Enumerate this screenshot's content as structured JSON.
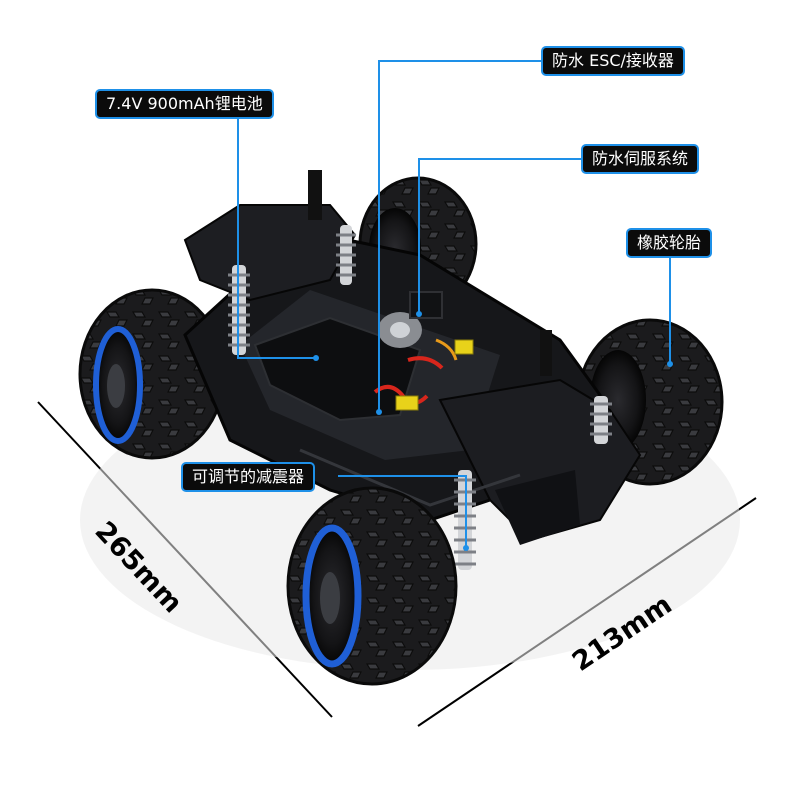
{
  "callouts": {
    "battery": "7.4V 900mAh锂电池",
    "esc": "防水 ESC/接收器",
    "servo": "防水伺服系统",
    "tires": "橡胶轮胎",
    "shocks": "可调节的减震器"
  },
  "dimensions": {
    "length": "265mm",
    "width": "213mm"
  },
  "colors": {
    "callout_border": "#1e90e8",
    "leader_line": "#1e90e8",
    "callout_bg": "#0b0b0b",
    "wheel_rim": "#1f5fd6",
    "electronics_red": "#d8261c",
    "electronics_yellow": "#e8d21a"
  }
}
